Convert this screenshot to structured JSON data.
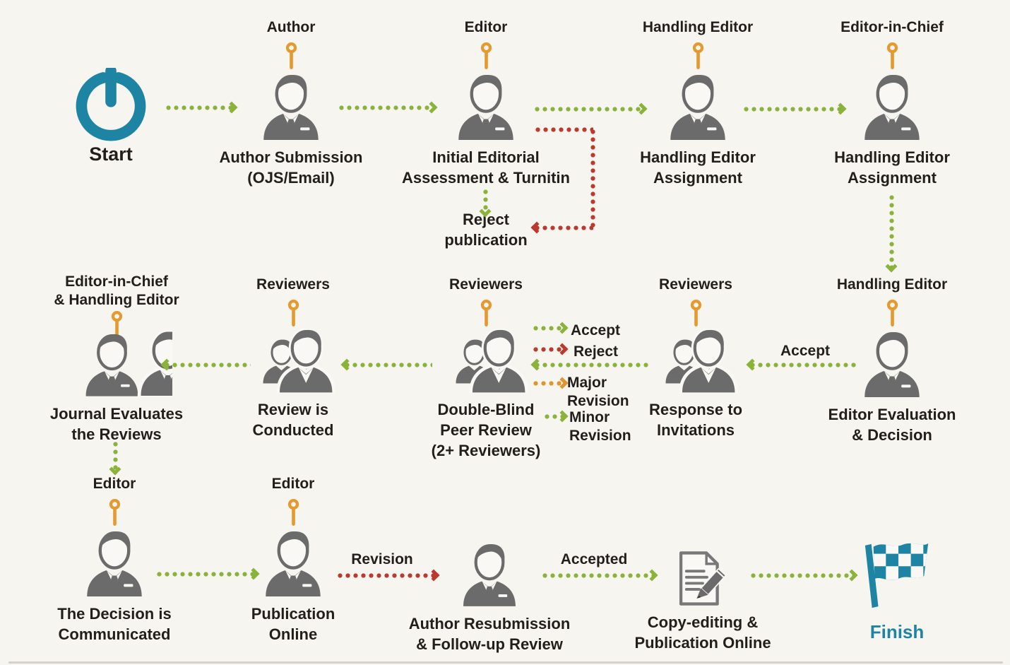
{
  "colors": {
    "background": "#f7f5f0",
    "text": "#211e1b",
    "arrow_green": "#8ab33c",
    "arrow_red": "#bd392d",
    "arrow_orange": "#e0962e",
    "accent_teal": "#1e84a3",
    "icon_gray": "#6b6b6b",
    "pin_orange": "#e59a2f"
  },
  "icons": {
    "start": "power-icon",
    "role_marker": "pin-icon",
    "single_actor": "person-icon",
    "actor_pair": "two-people-icon",
    "actor_group": "people-group-icon",
    "copyediting": "document-pencil-icon",
    "finish": "checkered-flag-icon"
  },
  "row1": {
    "start": {
      "label": "Start"
    },
    "author": {
      "role": "Author",
      "label1": "Author Submission",
      "label2": "(OJS/Email)"
    },
    "editor": {
      "role": "Editor",
      "label1": "Initial Editorial",
      "label2": "Assessment & Turnitin"
    },
    "handling": {
      "role": "Handling Editor",
      "label1": "Handling Editor",
      "label2": "Assignment"
    },
    "eic": {
      "role": "Editor-in-Chief",
      "label1": "Handling Editor",
      "label2": "Assignment"
    },
    "reject": {
      "label1": "Reject",
      "label2": "publication"
    }
  },
  "row2": {
    "journal": {
      "role1": "Editor-in-Chief",
      "role2": "& Handling Editor",
      "label1": "Journal Evaluates",
      "label2": "the Reviews"
    },
    "review": {
      "role": "Reviewers",
      "label1": "Review is",
      "label2": "Conducted"
    },
    "peer": {
      "role": "Reviewers",
      "label1": "Double-Blind",
      "label2": "Peer Review",
      "label3": "(2+ Reviewers)"
    },
    "outcomes": {
      "accept": "Accept",
      "reject": "Reject",
      "major1": "Major",
      "major2": "Revision",
      "minor1": "Minor",
      "minor2": "Revision"
    },
    "response": {
      "role": "Reviewers",
      "label1": "Response to",
      "label2": "Invitations"
    },
    "accept_edge": "Accept",
    "evaluation": {
      "role": "Handling Editor",
      "label1": "Editor Evaluation",
      "label2": "& Decision"
    }
  },
  "row3": {
    "decision": {
      "role": "Editor",
      "label1": "The Decision is",
      "label2": "Communicated"
    },
    "publication": {
      "role": "Editor",
      "label1": "Publication",
      "label2": "Online"
    },
    "revision_edge": "Revision",
    "resubmission": {
      "label1": "Author Resubmission",
      "label2": "& Follow-up Review"
    },
    "accepted_edge": "Accepted",
    "copyediting": {
      "label1": "Copy-editing &",
      "label2": "Publication Online"
    },
    "finish": {
      "label": "Finish"
    }
  }
}
